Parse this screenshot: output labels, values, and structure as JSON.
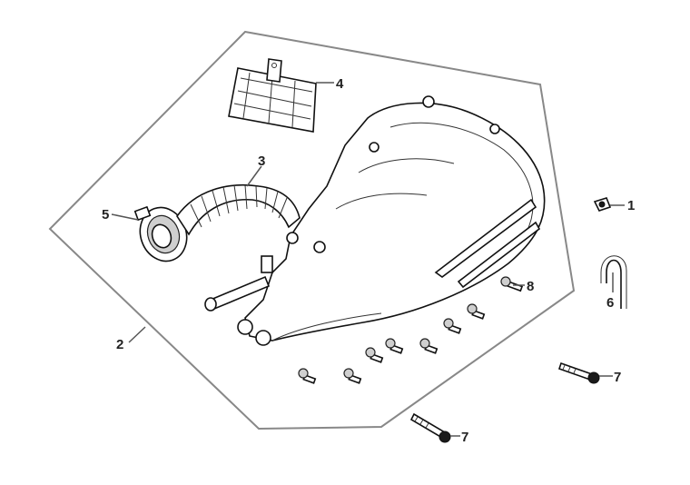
{
  "callouts": {
    "c1": "1",
    "c2": "2",
    "c3": "3",
    "c4": "4",
    "c5": "5",
    "c6": "6",
    "c7a": "7",
    "c7b": "7",
    "c8": "8"
  },
  "colors": {
    "outline": "#888888",
    "ink": "#111111",
    "background": "#ffffff"
  }
}
